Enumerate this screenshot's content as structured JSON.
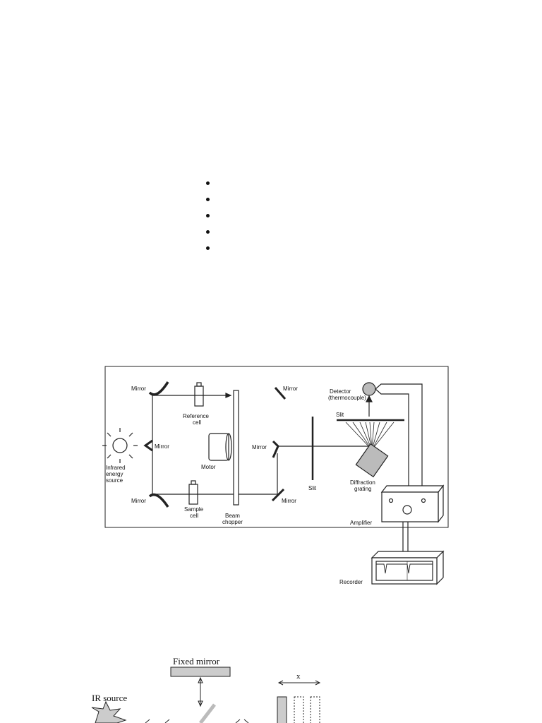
{
  "bullets": [
    "",
    "",
    "",
    "",
    ""
  ],
  "spectrometer": {
    "labels": {
      "mirror": "Mirror",
      "reference_cell_1": "Reference",
      "reference_cell_2": "cell",
      "infrared_1": "Infrared",
      "infrared_2": "energy",
      "infrared_3": "source",
      "motor": "Motor",
      "sample_cell_1": "Sample",
      "sample_cell_2": "cell",
      "beam_chopper_1": "Beam",
      "beam_chopper_2": "chopper",
      "slit": "Slit",
      "detector_1": "Detector",
      "detector_2": "(thermocouple)",
      "diffraction_1": "Diffraction",
      "diffraction_2": "grating",
      "amplifier": "Amplifier",
      "recorder": "Recorder"
    }
  },
  "interferometer": {
    "labels": {
      "fixed_mirror": "Fixed mirror",
      "ir_source": "IR source",
      "x": "x"
    }
  }
}
